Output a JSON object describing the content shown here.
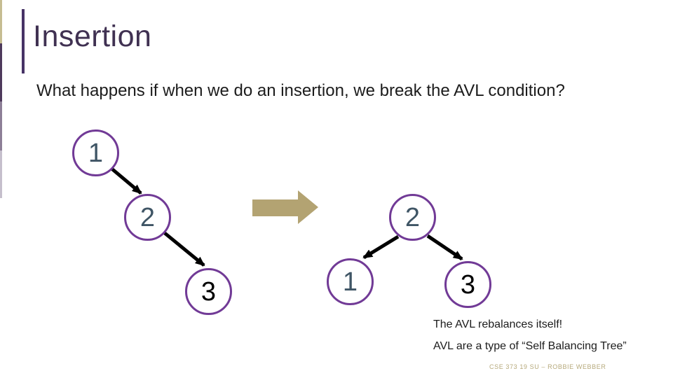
{
  "slide": {
    "title": "Insertion",
    "question": "What happens if when we do an insertion, we break the AVL condition?",
    "notes": {
      "line1": "The AVL rebalances itself!",
      "line2": "AVL are a type of “Self Balancing Tree”"
    },
    "footer": "CSE 373 19 SU – ROBBIE WEBBER"
  },
  "trees": {
    "left": {
      "nodes": [
        {
          "label": "1",
          "emphasis": "normal"
        },
        {
          "label": "2",
          "emphasis": "normal"
        },
        {
          "label": "3",
          "emphasis": "new"
        }
      ]
    },
    "right": {
      "nodes": [
        {
          "label": "2",
          "emphasis": "normal"
        },
        {
          "label": "1",
          "emphasis": "normal"
        },
        {
          "label": "3",
          "emphasis": "new"
        }
      ]
    }
  },
  "icons": {
    "transform_arrow": "right-arrow"
  },
  "colors": {
    "title": "#403152",
    "accent_bar": "#473366",
    "body_text": "#1C1C1C",
    "edge_tan": "#C6BD92",
    "edge_dark": "#4E3A5C",
    "edge_medium": "#8D7F97",
    "edge_light": "#C5BFCC",
    "node_stroke": "#713A96",
    "node_digit": "#3F5565",
    "node_digit_new": "#000000",
    "tree_arrow": "#000000",
    "transform_arrow": "#B3A372",
    "footer_text": "#B6A97B"
  }
}
